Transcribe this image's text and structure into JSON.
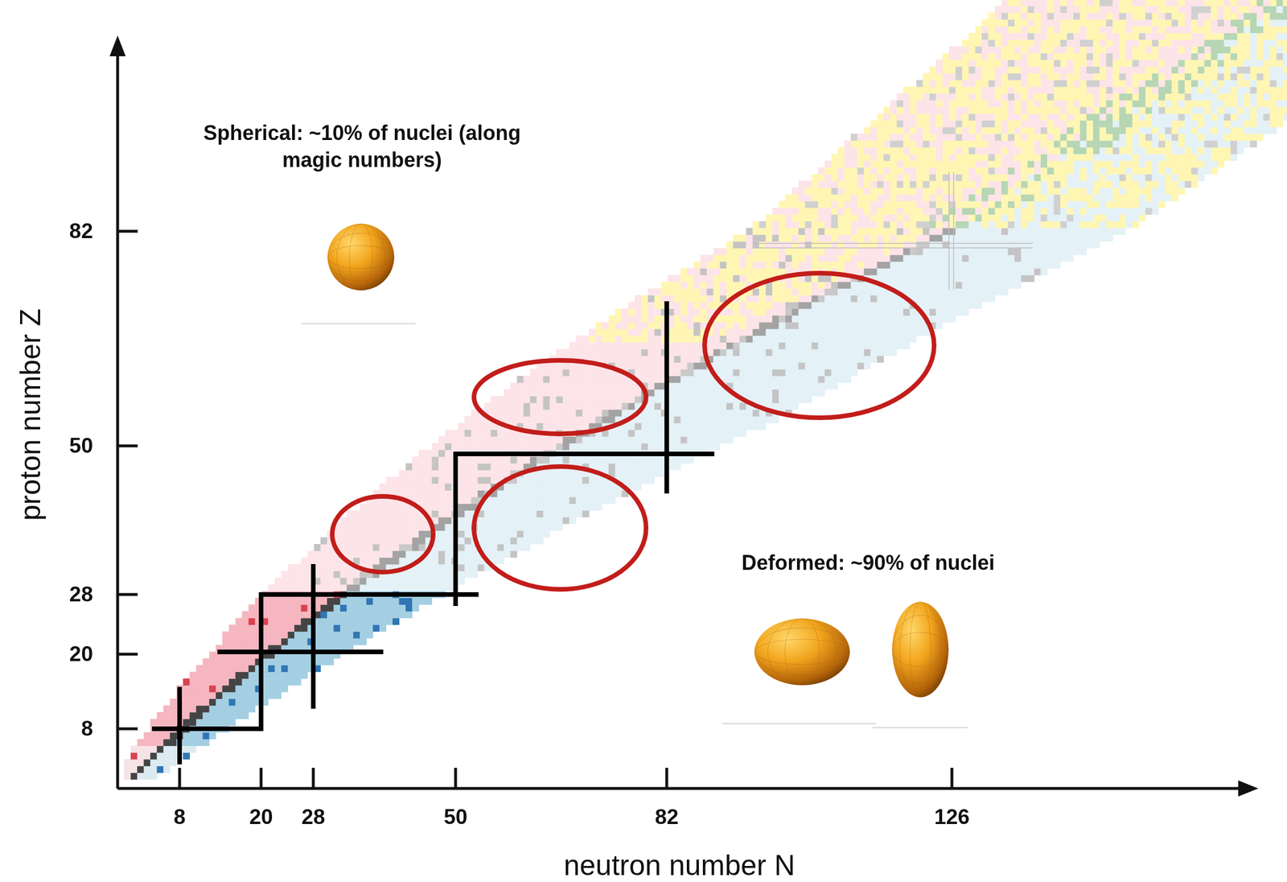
{
  "diagram": {
    "labels": [
      "Spherical: ~10% of nuclei (along magic numbers)",
      "Deformed: ~90% of nuclei",
      "82",
      "50",
      "28",
      "20",
      "8",
      "8",
      "20",
      "28",
      "50",
      "82",
      "126",
      "proton number Z",
      "neutron number N"
    ]
  }
}
